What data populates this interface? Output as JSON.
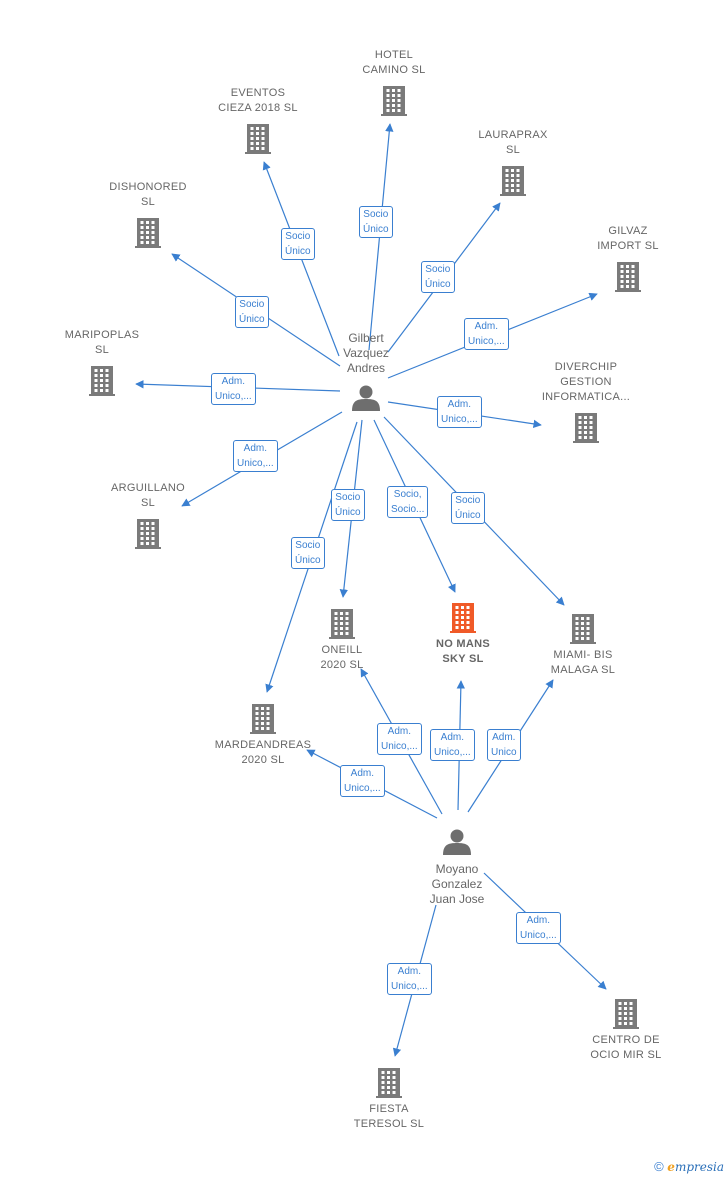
{
  "colors": {
    "edge": "#3a7fd0",
    "company": "#7a7a7a",
    "focus": "#f05a28",
    "person": "#6e6e6e",
    "text": "#666666"
  },
  "people": [
    {
      "id": "p1",
      "label": "Gilbert\nVazquez\nAndres"
    },
    {
      "id": "p2",
      "label": "Moyano\nGonzalez\nJuan Jose"
    }
  ],
  "companies": [
    {
      "id": "c_hotel",
      "label": "HOTEL\nCAMINO SL"
    },
    {
      "id": "c_eventos",
      "label": "EVENTOS\nCIEZA 2018  SL"
    },
    {
      "id": "c_lauraprax",
      "label": "LAURAPRAX\nSL"
    },
    {
      "id": "c_dishonored",
      "label": "DISHONORED\nSL"
    },
    {
      "id": "c_gilvaz",
      "label": "GILVAZ\nIMPORT  SL"
    },
    {
      "id": "c_maripoplas",
      "label": "MARIPOPLAS\nSL"
    },
    {
      "id": "c_diverchip",
      "label": "DIVERCHIP\nGESTION\nINFORMATICA..."
    },
    {
      "id": "c_arguillano",
      "label": "ARGUILLANO\nSL"
    },
    {
      "id": "c_oneill",
      "label": "ONEILL\n2020  SL"
    },
    {
      "id": "c_nomans",
      "label": "NO MANS\nSKY  SL",
      "focus": true
    },
    {
      "id": "c_miami",
      "label": "MIAMI- BIS\nMALAGA  SL"
    },
    {
      "id": "c_mardeandreas",
      "label": "MARDEANDREAS\n2020  SL"
    },
    {
      "id": "c_centro",
      "label": "CENTRO DE\nOCIO MIR  SL"
    },
    {
      "id": "c_fiesta",
      "label": "FIESTA\nTERESOL SL"
    }
  ],
  "edges": [
    {
      "from": "p1",
      "to": "c_hotel",
      "label": "Socio\nÚnico"
    },
    {
      "from": "p1",
      "to": "c_eventos",
      "label": "Socio\nÚnico"
    },
    {
      "from": "p1",
      "to": "c_lauraprax",
      "label": "Socio\nÚnico"
    },
    {
      "from": "p1",
      "to": "c_dishonored",
      "label": "Socio\nÚnico"
    },
    {
      "from": "p1",
      "to": "c_gilvaz",
      "label": "Adm.\nUnico,..."
    },
    {
      "from": "p1",
      "to": "c_maripoplas",
      "label": "Adm.\nUnico,..."
    },
    {
      "from": "p1",
      "to": "c_diverchip",
      "label": "Adm.\nUnico,..."
    },
    {
      "from": "p1",
      "to": "c_arguillano",
      "label": "Adm.\nUnico,..."
    },
    {
      "from": "p1",
      "to": "c_oneill",
      "label": "Socio\nÚnico"
    },
    {
      "from": "p1",
      "to": "c_nomans",
      "label": "Socio,\nSocio..."
    },
    {
      "from": "p1",
      "to": "c_miami",
      "label": "Socio\nÚnico"
    },
    {
      "from": "p1",
      "to": "c_mardeandreas",
      "label": "Socio\nÚnico"
    },
    {
      "from": "p2",
      "to": "c_oneill",
      "label": "Adm.\nUnico,..."
    },
    {
      "from": "p2",
      "to": "c_nomans",
      "label": "Adm.\nUnico,..."
    },
    {
      "from": "p2",
      "to": "c_miami",
      "label": "Adm.\nUnico"
    },
    {
      "from": "p2",
      "to": "c_mardeandreas",
      "label": "Adm.\nUnico,..."
    },
    {
      "from": "p2",
      "to": "c_centro",
      "label": "Adm.\nUnico,..."
    },
    {
      "from": "p2",
      "to": "c_fiesta",
      "label": "Adm.\nUnico,..."
    }
  ],
  "footer": {
    "symbol": "©",
    "brand_initial": "e",
    "brand_rest": "mpresia"
  }
}
